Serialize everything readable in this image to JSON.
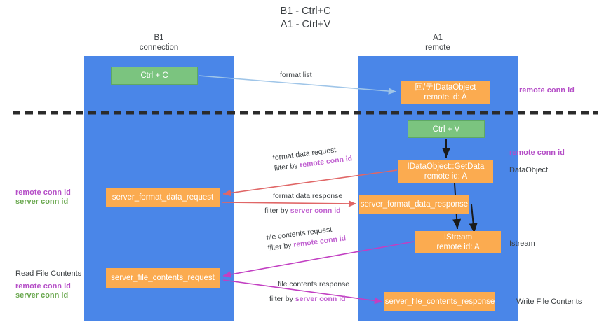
{
  "title": "B1 - Ctrl+C\nA1 - Ctrl+V",
  "lanes": [
    {
      "name": "b1",
      "header": "B1\nconnection",
      "color": "#4a86e8"
    },
    {
      "name": "a1",
      "header": "A1\nremote",
      "color": "#4a86e8"
    }
  ],
  "nodes": {
    "ctrl_c": "Ctrl + C",
    "idataobject_remote": "回/テIDataObject\nremote id: A",
    "ctrl_v": "Ctrl + V",
    "getdata": "IDataObject::GetData\nremote id: A",
    "server_format_data_request": "server_format_data_request",
    "server_format_data_response": "server_format_data_response",
    "istream": "IStream\nremote id: A",
    "server_file_contents_request": "server_file_contents_request",
    "server_file_contents_response": "server_file_contents_response"
  },
  "edges": {
    "format_list": "format list",
    "format_data_request": "format data request",
    "format_data_request_filter_prefix": "filter by ",
    "format_data_request_filter_key": "remote conn id",
    "format_data_response": "format data response",
    "format_data_response_filter_prefix": "filter by ",
    "format_data_response_filter_key": "server conn id",
    "file_contents_request": "file contents request",
    "file_contents_request_filter_prefix": "filter by ",
    "file_contents_request_filter_key": "remote conn id",
    "file_contents_response": "file contents response",
    "file_contents_response_filter_prefix": "filter by ",
    "file_contents_response_filter_key": "server conn id"
  },
  "annotations": {
    "right_remote_conn_id_top": "remote conn id",
    "right_remote_conn_id_mid": "remote conn id",
    "right_dataobject": "DataObject",
    "right_istream": "Istream",
    "right_write_file_contents": "Write File Contents",
    "left_remote_conn_id": "remote conn id",
    "left_server_conn_id": "server conn id",
    "left_read_file_contents": "Read File Contents",
    "left_remote_conn_id_2": "remote conn id",
    "left_server_conn_id_2": "server conn id"
  },
  "colors": {
    "lane": "#4a86e8",
    "green_node": "#7bc47f",
    "orange_node": "#fbab50",
    "purple_text": "#b54ec7",
    "green_text": "#6aa84f",
    "red_arrow": "#e06666",
    "magenta_arrow": "#c23fc2",
    "blue_arrow": "#9fc5e8",
    "divider": "#3c4043"
  }
}
